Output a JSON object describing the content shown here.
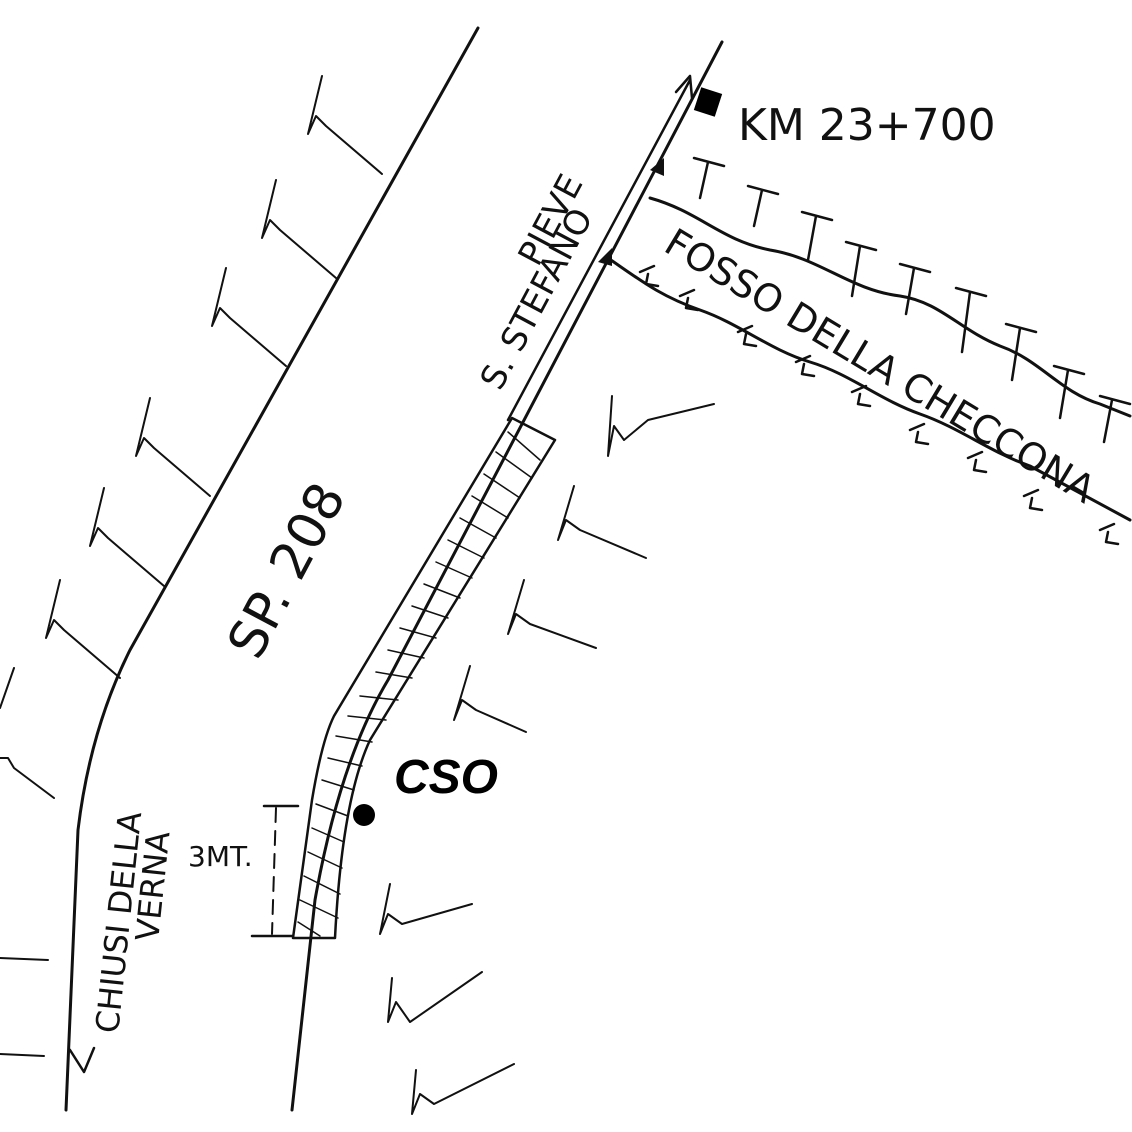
{
  "map": {
    "road_name": "SP. 208",
    "destination_north": "PIEVE\nS. STEFANO",
    "destination_north_line1": "PIEVE",
    "destination_north_line2": "S. STEFANO",
    "destination_south_line1": "CHIUSI DELLA",
    "destination_south_line2": "VERNA",
    "kilometer_marker": "KM 23+700",
    "stream_name": "FOSSO DELLA CHECCONA",
    "point_label": "CSO",
    "dimension_label": "3MT."
  },
  "colors": {
    "ink": "#111111",
    "background": "#ffffff"
  }
}
